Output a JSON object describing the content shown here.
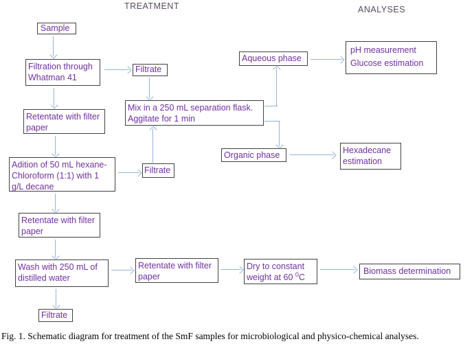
{
  "header": {
    "treatment": "TREATMENT",
    "analyses": "ANALYSES"
  },
  "nodes": {
    "sample": {
      "label": "Sample"
    },
    "filtration": {
      "label": "Filtration through Whatman 41"
    },
    "filtrate_top": {
      "label": "Filtrate"
    },
    "retentate_top": {
      "label": "Retentate with filter paper"
    },
    "adition": {
      "label": "Adition of 50 mL hexane-Chloroform (1:1) with 1 g/L decane"
    },
    "filtrate_mid": {
      "label": "Filtrate"
    },
    "mix": {
      "label": "Mix in a 250 mL separation flask. Aggitate for 1 min"
    },
    "aqueous": {
      "label": "Aqueous phase"
    },
    "ph_glucose": {
      "line1": "pH measurement",
      "line2": "Glucose estimation"
    },
    "organic": {
      "label": "Organic phase"
    },
    "hexadecane": {
      "label": "Hexadecane estimation"
    },
    "retentate_mid": {
      "label": "Retentate with filter paper"
    },
    "wash": {
      "label": "Wash with 250 mL of distilled water"
    },
    "retentate_bottom": {
      "label": "Retentate with filter paper"
    },
    "dry": {
      "line1": "Dry to constant",
      "line2_pre": "weight  at 60 ",
      "line2_sup": "0",
      "line2_post": "C"
    },
    "biomass": {
      "label": "Biomass determination"
    },
    "filtrate_bottom": {
      "label": "Filtrate"
    }
  },
  "caption": "Fig. 1. Schematic diagram for treatment of the SmF samples for microbiological and physico-chemical analyses.",
  "colors": {
    "box_text": "#7030A0",
    "header_text": "#584A5E",
    "arrow": "#95B3D7",
    "box_border": "#404040",
    "background": "#FFFFFF",
    "caption_text": "#000000"
  }
}
